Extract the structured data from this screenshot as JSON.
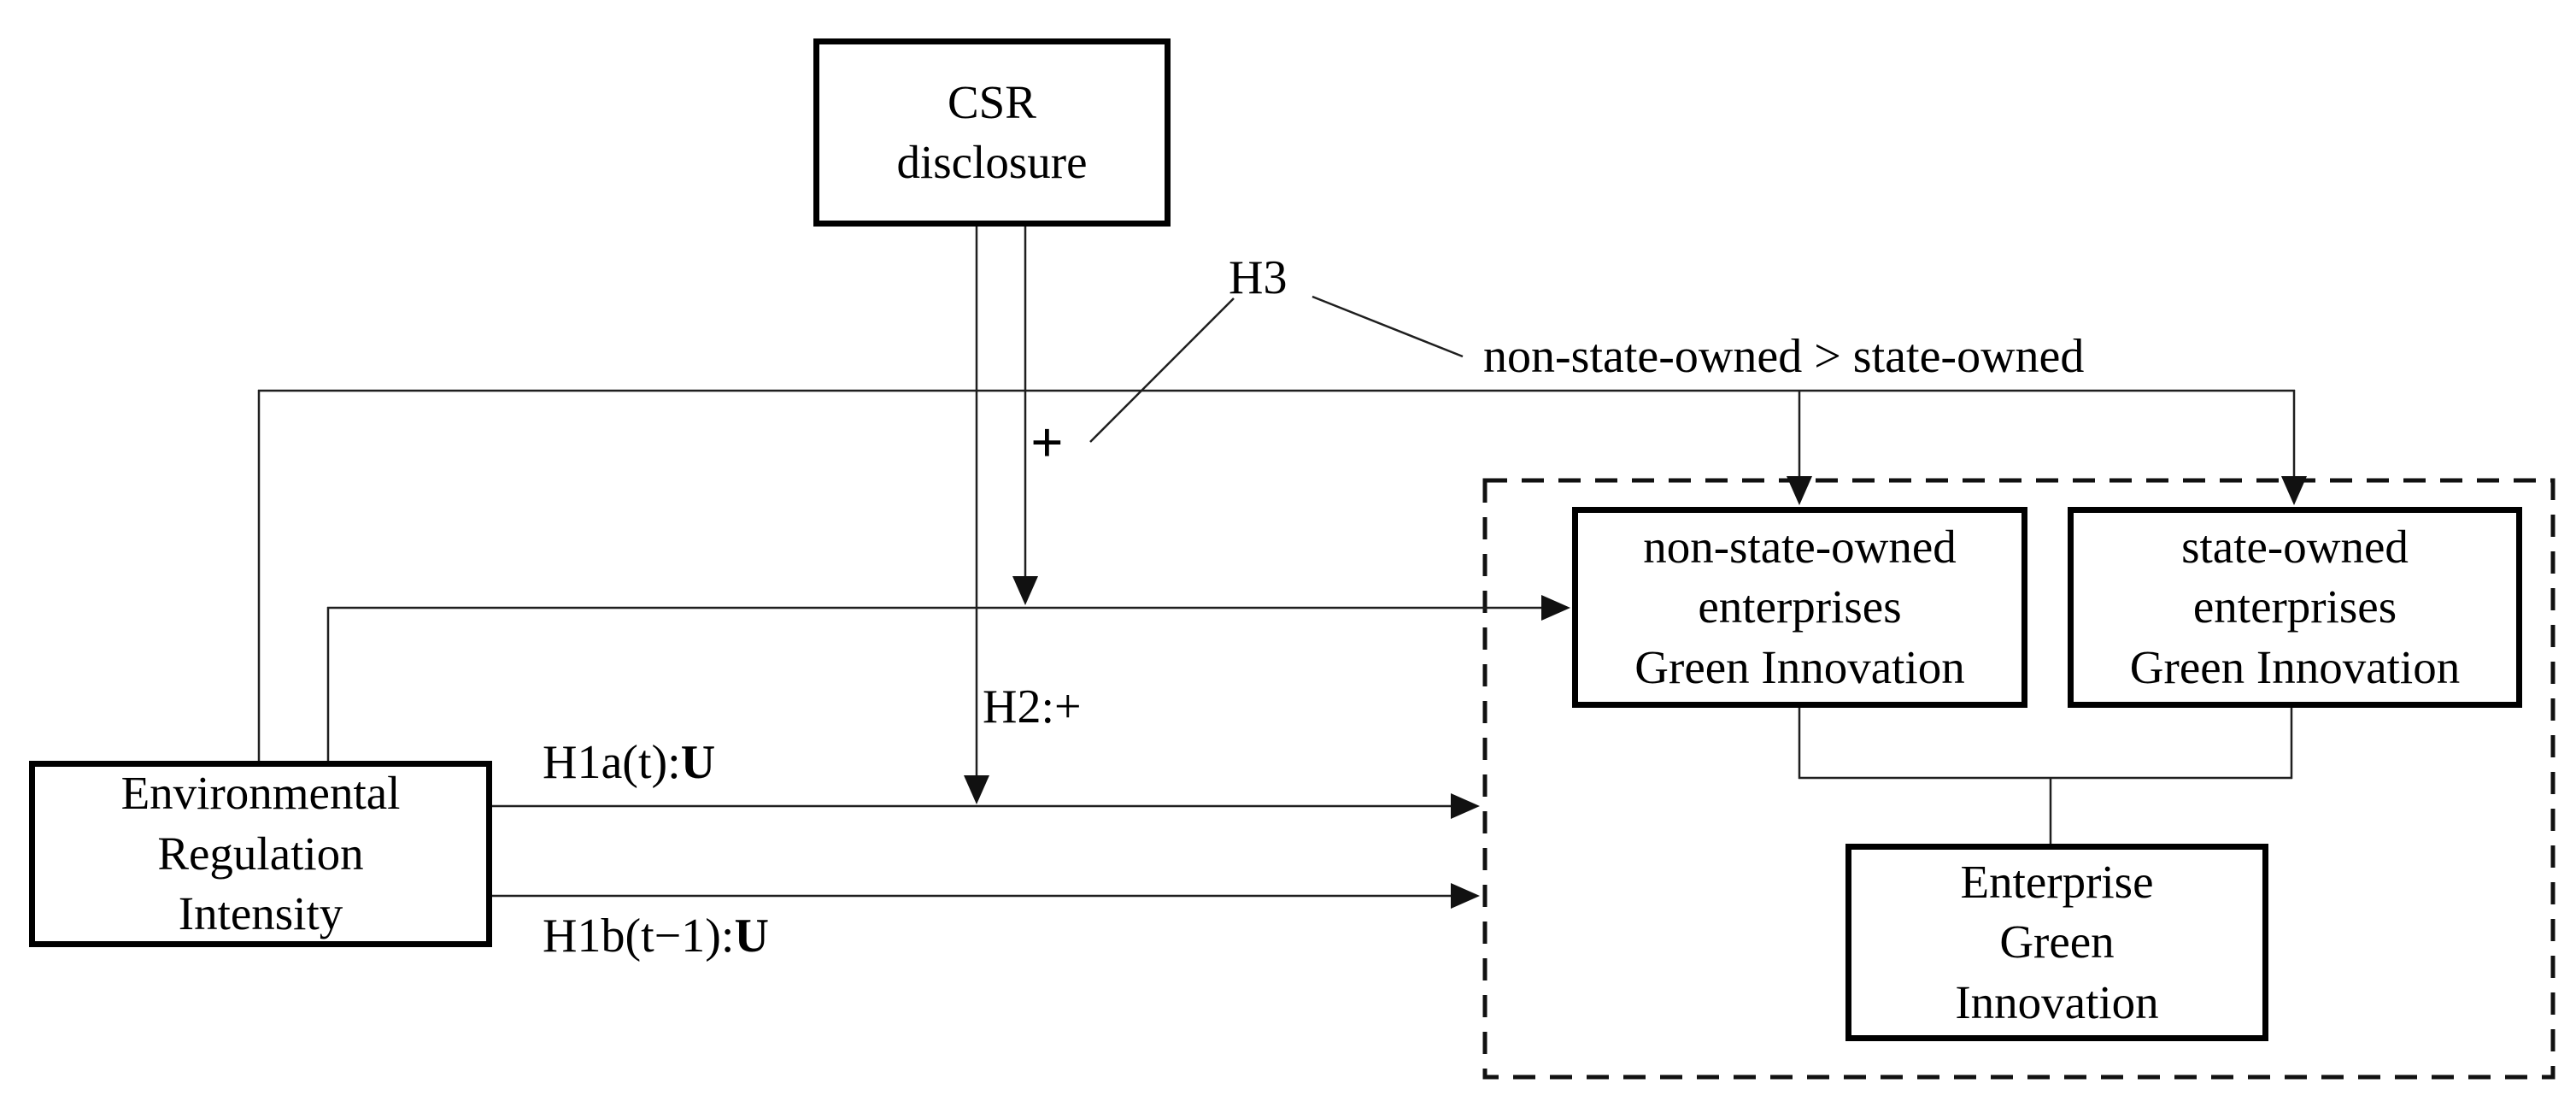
{
  "boxes": {
    "csr": {
      "text": "CSR\ndisclosure"
    },
    "eri": {
      "text": "Environmental\nRegulation\nIntensity"
    },
    "non_state": {
      "text": "non-state-owned\nenterprises\nGreen Innovation"
    },
    "state": {
      "text": "state-owned\nenterprises\nGreen Innovation"
    },
    "enterprise": {
      "text": "Enterprise\nGreen\nInnovation"
    }
  },
  "labels": {
    "h3": "H3",
    "plus": "+",
    "h2": "H2:+",
    "h1a_prefix": "H1a(t):",
    "h1a_u": "U",
    "h1b_prefix": "H1b(t−1):",
    "h1b_u": "U",
    "ownership": "non-state-owned > state-owned"
  },
  "colors": {
    "background": "#ffffff",
    "box_border": "#000000",
    "text": "#000000",
    "connector_line": "#1f1f1f",
    "arrowhead": "#111111",
    "dashed_border": "#111111"
  }
}
